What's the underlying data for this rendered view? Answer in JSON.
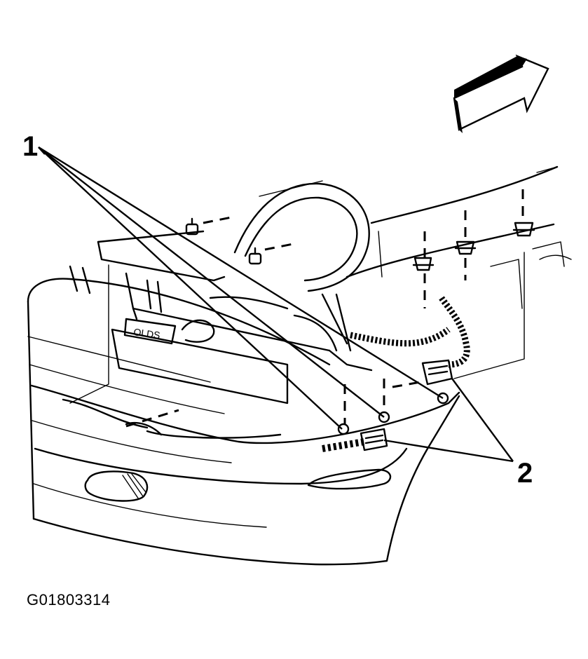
{
  "figure": {
    "id": "G01803314",
    "callouts": [
      {
        "label": "1"
      },
      {
        "label": "2"
      }
    ]
  },
  "icons": {
    "direction_arrow": "front-direction-arrow-icon"
  },
  "colors": {
    "ink": "#000000",
    "paper": "#ffffff"
  }
}
